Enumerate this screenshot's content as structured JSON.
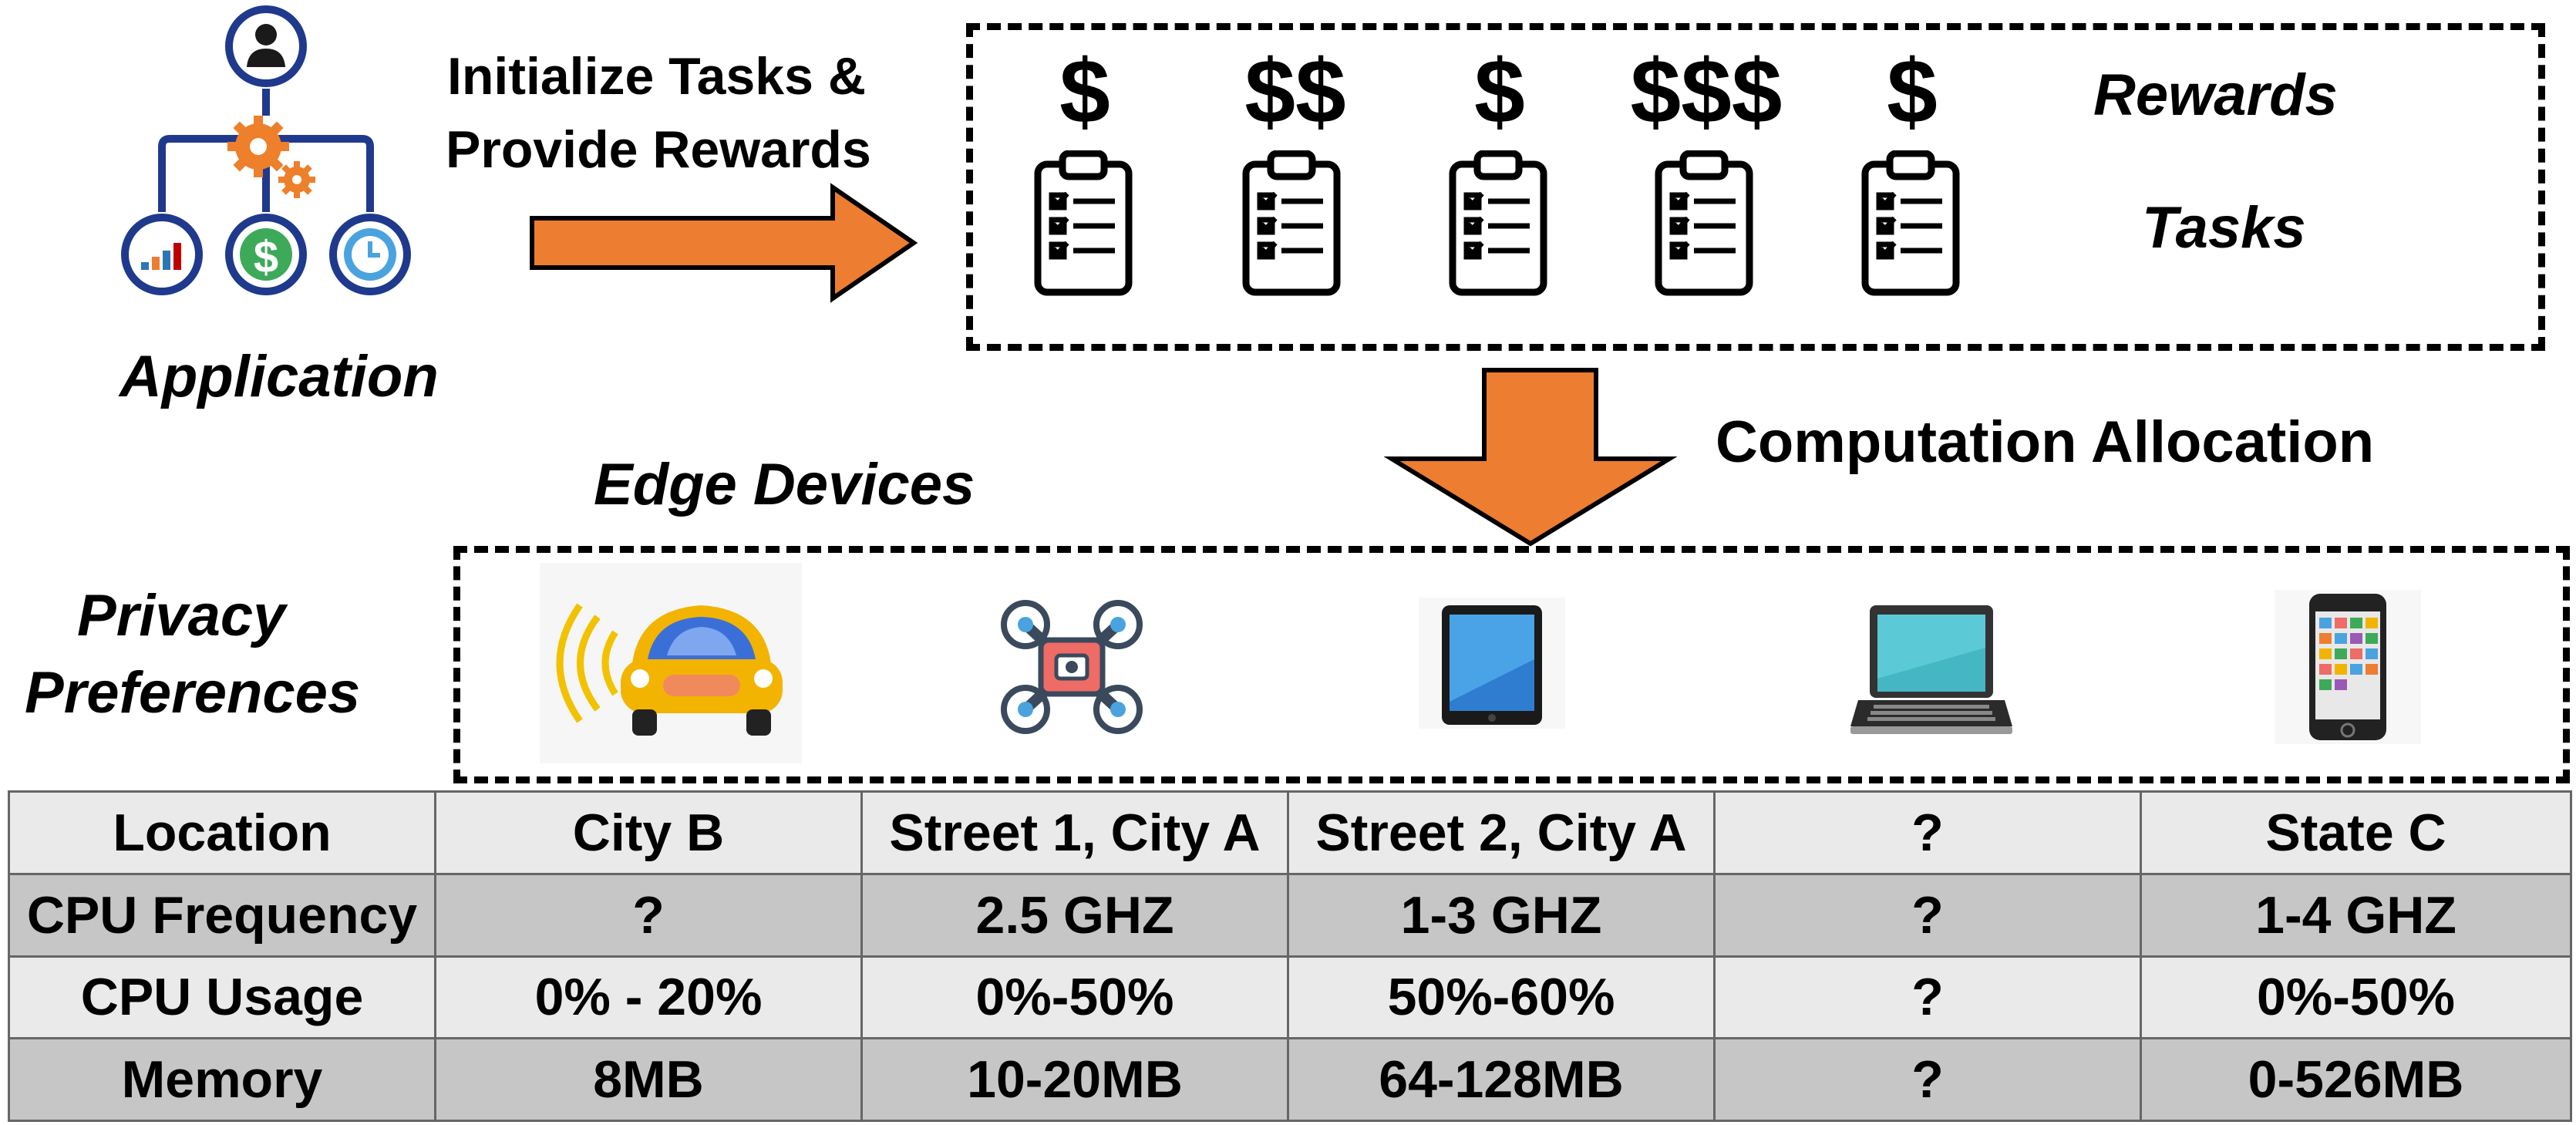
{
  "application": {
    "label": "Application"
  },
  "init_arrow": {
    "line1": "Initialize Tasks &",
    "line2": "Provide Rewards"
  },
  "task_box": {
    "rewards": [
      "$",
      "$$",
      "$",
      "$$$",
      "$"
    ],
    "rewards_label": "Rewards",
    "tasks_label": "Tasks"
  },
  "allocation": {
    "label": "Computation Allocation"
  },
  "edge_devices": {
    "label": "Edge Devices",
    "devices": [
      "car-icon",
      "drone-icon",
      "tablet-icon",
      "laptop-icon",
      "smartphone-icon"
    ]
  },
  "privacy": {
    "line1": "Privacy",
    "line2": "Preferences"
  },
  "table": {
    "rows": [
      {
        "label": "Location",
        "cells": [
          "City B",
          "Street 1, City A",
          "Street 2, City A",
          "?",
          "State C"
        ]
      },
      {
        "label": "CPU Frequency",
        "cells": [
          "?",
          "2.5 GHZ",
          "1-3 GHZ",
          "?",
          "1-4 GHZ"
        ]
      },
      {
        "label": "CPU Usage",
        "cells": [
          "0% - 20%",
          "0%-50%",
          "50%-60%",
          "?",
          "0%-50%"
        ]
      },
      {
        "label": "Memory",
        "cells": [
          "8MB",
          "10-20MB",
          "64-128MB",
          "?",
          "0-526MB"
        ]
      }
    ]
  },
  "colors": {
    "arrow": "#ED7D31",
    "icon_navy": "#1F3A8C",
    "gear": "#EE7F2B"
  }
}
